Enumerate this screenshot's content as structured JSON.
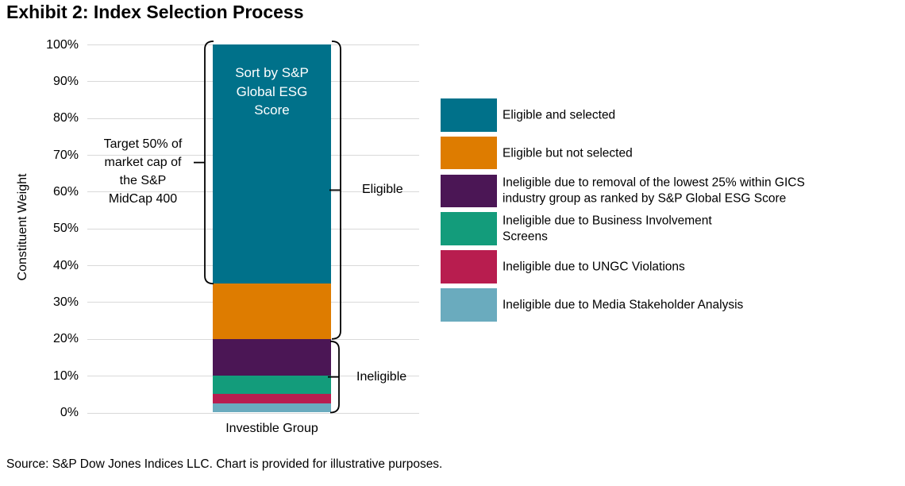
{
  "page": {
    "title": "Exhibit 2: Index Selection Process",
    "source_note": "Source: S&P Dow Jones Indices LLC. Chart is provided for illustrative purposes."
  },
  "chart_data": {
    "type": "bar",
    "stacked": true,
    "title": "Exhibit 2: Index Selection Process",
    "categories": [
      "Investible Group"
    ],
    "xlabel": "Investible Group",
    "ylabel": "Constituent Weight",
    "ylim": [
      0,
      100
    ],
    "y_tick_step": 10,
    "y_tick_labels": [
      "0%",
      "10%",
      "20%",
      "30%",
      "40%",
      "50%",
      "60%",
      "70%",
      "80%",
      "90%",
      "100%"
    ],
    "grid": true,
    "legend_position": "right",
    "series": [
      {
        "name": "Eligible and selected",
        "color": "#00718A",
        "values": [
          65
        ],
        "legend_lines": [
          "Eligible and selected"
        ]
      },
      {
        "name": "Eligible but not selected",
        "color": "#DE7C00",
        "values": [
          15
        ],
        "legend_lines": [
          "Eligible but not selected"
        ]
      },
      {
        "name": "Ineligible due to removal of the lowest 25% within GICS industry group as ranked by S&P Global ESG Score",
        "color": "#4B1655",
        "values": [
          10
        ],
        "legend_lines": [
          "Ineligible due to removal of the lowest 25% within GICS",
          "industry group as ranked by S&P Global ESG Score"
        ]
      },
      {
        "name": "Ineligible due to Business Involvement Screens",
        "color": "#139C7B",
        "values": [
          5
        ],
        "legend_lines": [
          "Ineligible due to Business Involvement",
          "Screens"
        ]
      },
      {
        "name": "Ineligible due to UNGC Violations",
        "color": "#B81D4F",
        "values": [
          2.5
        ],
        "legend_lines": [
          "Ineligible due to UNGC Violations"
        ]
      },
      {
        "name": "Ineligible due to Media Stakeholder Analysis",
        "color": "#6AABBE",
        "values": [
          2.5
        ],
        "legend_lines": [
          "Ineligible due to Media Stakeholder Analysis"
        ]
      }
    ],
    "annotations": {
      "bar_label": "Sort by S&P Global ESG Score",
      "bar_label_lines": [
        "Sort by S&P",
        "Global ESG",
        "Score"
      ],
      "bar_label_color": "#FFFFFF",
      "target_note": "Target 50% of market cap of the S&P MidCap 400",
      "target_note_lines": [
        "Target 50% of",
        "market cap of",
        "the S&P",
        "MidCap 400"
      ],
      "target_brace_range_pct": [
        35,
        100
      ],
      "eligible_label": "Eligible",
      "eligible_range_pct": [
        20,
        100
      ],
      "ineligible_label": "Ineligible",
      "ineligible_range_pct": [
        0,
        20
      ]
    },
    "colors": {
      "gridline": "#D9D9D9",
      "text": "#000000",
      "background": "#FFFFFF"
    }
  }
}
